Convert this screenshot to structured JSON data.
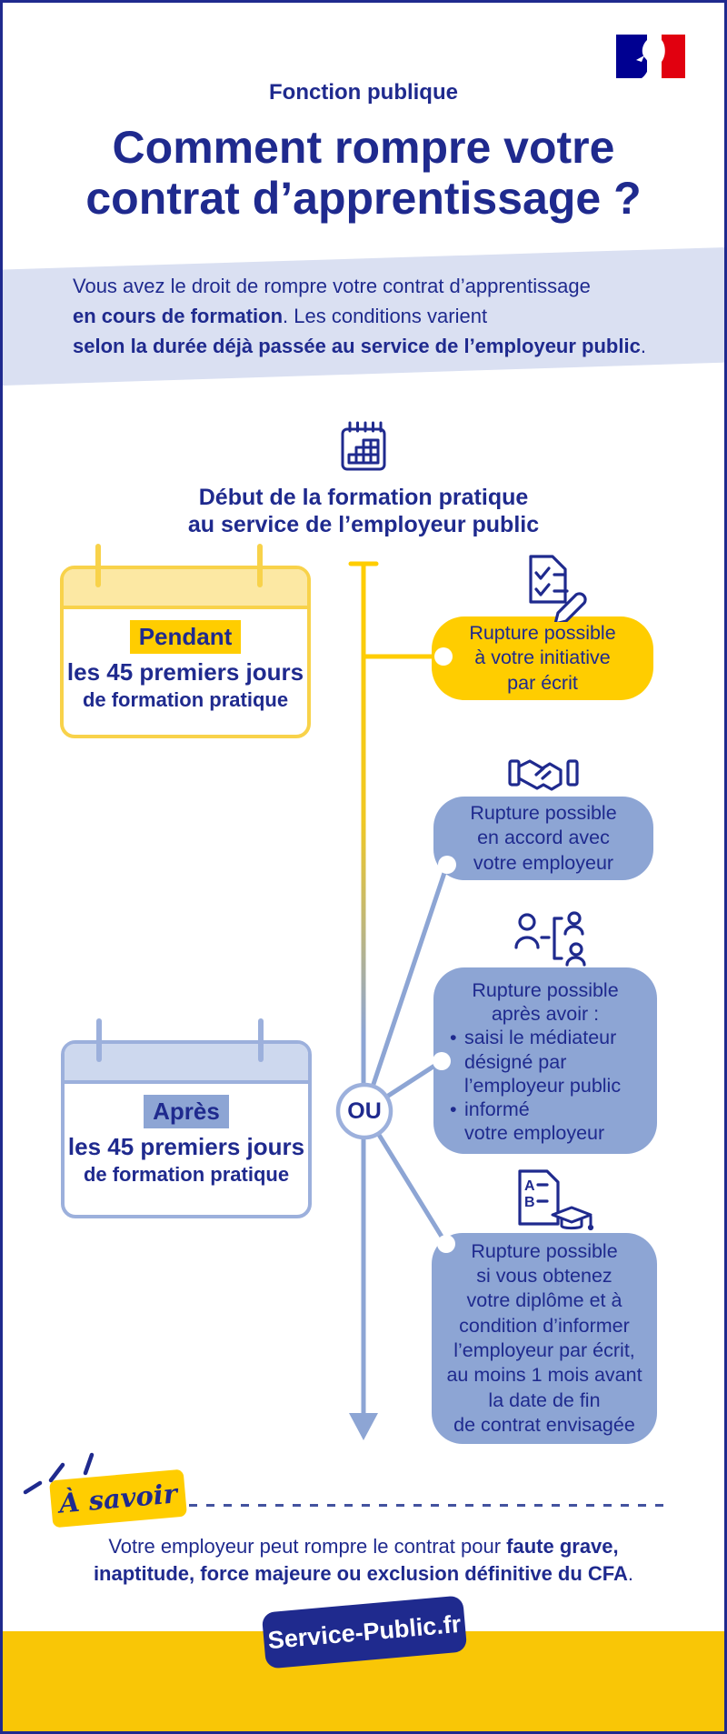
{
  "brand": {
    "label": "Fonction publique"
  },
  "title": "Comment rompre votre\ncontrat d’apprentissage ?",
  "intro": {
    "line1": "Vous avez le droit de rompre votre contrat d’apprentissage",
    "line2_bold": "en cours de formation",
    "line2_rest": ". Les conditions varient",
    "line3_bold": "selon la durée déjà passée au service de l’employeur public",
    "line3_rest": "."
  },
  "timeline": {
    "start_label": "Début de la formation pratique\nau service de l’employeur public",
    "or_label": "OU"
  },
  "pendant_card": {
    "highlight": "Pendant",
    "line1": "les 45 premiers jours",
    "line2": "de formation pratique"
  },
  "apres_card": {
    "highlight": "Après",
    "line1": "les 45 premiers jours",
    "line2": "de formation pratique"
  },
  "branches": {
    "initiative": {
      "icon": "checklist-pen-icon",
      "text": "Rupture possible\nà votre initiative\npar écrit"
    },
    "accord": {
      "icon": "handshake-icon",
      "text": "Rupture possible\nen accord avec\nvotre employeur"
    },
    "mediateur": {
      "icon": "mediator-icon",
      "heading": "Rupture possible\naprès avoir :",
      "bullets": [
        "saisi le médiateur\ndésigné par\nl’employeur public",
        "informé\nvotre employeur"
      ]
    },
    "diplome": {
      "icon": "diploma-icon",
      "text": "Rupture possible\nsi vous obtenez\nvotre diplôme et à\ncondition d’informer\nl’employeur par écrit,\nau moins 1 mois avant\nla date de fin\nde contrat envisagée"
    }
  },
  "note": {
    "badge": "À savoir",
    "line1_normal": "Votre employeur peut rompre le contrat pour ",
    "line1_bold": "faute grave,",
    "line2_bold": "inaptitude, force majeure ou exclusion définitive du CFA",
    "line2_end": "."
  },
  "footer": {
    "site": "Service-Public.fr"
  },
  "icons": {
    "calendar_start": "calendar-grid-icon",
    "diploma_letters": [
      "A",
      "B"
    ]
  },
  "colors": {
    "navy": "#1f2a8e",
    "yellow": "#ffcd00",
    "yellow_deep": "#f9c606",
    "yellow_border": "#f8d24a",
    "yellow_band": "#fce8a3",
    "blue_box": "#8da5d4",
    "blue_border": "#9cb0dc",
    "blue_band": "#cdd8ee",
    "intro_band": "#dae0f2",
    "flag_blue": "#000091",
    "flag_red": "#e1000f",
    "white": "#ffffff"
  }
}
